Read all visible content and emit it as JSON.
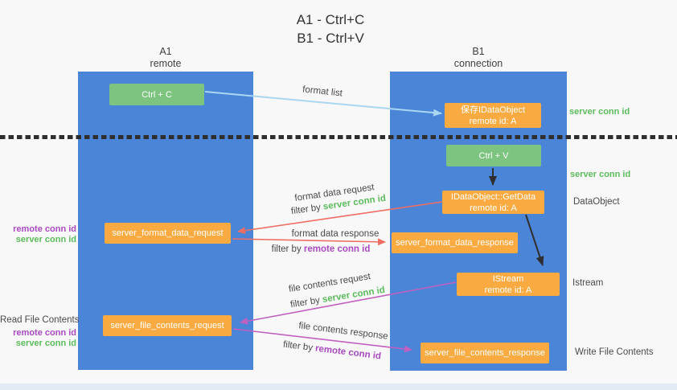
{
  "title": {
    "line1": "A1 - Ctrl+C",
    "line2": "B1 - Ctrl+V"
  },
  "lanes": {
    "a1": {
      "name": "A1",
      "role": "remote"
    },
    "b1": {
      "name": "B1",
      "role": "connection"
    }
  },
  "nodes": {
    "ctrl_c": "Ctrl + C",
    "save_idataobject_line1": "保存IDataObject",
    "save_idataobject_line2": "remote id: A",
    "ctrl_v": "Ctrl + V",
    "getdata_line1": "IDataObject::GetData",
    "getdata_line2": "remote id: A",
    "format_request": "server_format_data_request",
    "format_response": "server_format_data_response",
    "istream_line1": "IStream",
    "istream_line2": "remote id: A",
    "file_request": "server_file_contents_request",
    "file_response": "server_file_contents_response"
  },
  "edges": {
    "format_list": "format list",
    "format_data_request": "format data request",
    "format_data_response": "format data response",
    "file_contents_request": "file contents request",
    "file_contents_response": "file contents response",
    "filter_by": "filter by",
    "server_conn_id": "server conn id",
    "remote_conn_id": "remote conn id"
  },
  "side_labels": {
    "server_conn_id_top": "server conn id",
    "server_conn_id_mid": "server conn id",
    "dataobject": "DataObject",
    "istream": "Istream",
    "write_file_contents": "Write File Contents",
    "read_file_contents": "Read File Contents",
    "remote_conn_id": "remote conn id",
    "server_conn_id": "server conn id"
  },
  "colors": {
    "lane_blue": "#4b85d8",
    "node_orange": "#f9ab42",
    "node_green": "#7cc47f",
    "arrow_lightblue": "#a9d6f0",
    "arrow_red": "#ef6e63",
    "arrow_magenta": "#c060c0",
    "arrow_black": "#2f2f2f",
    "text_green": "#5cbb5c",
    "text_purple": "#a94ac0"
  }
}
